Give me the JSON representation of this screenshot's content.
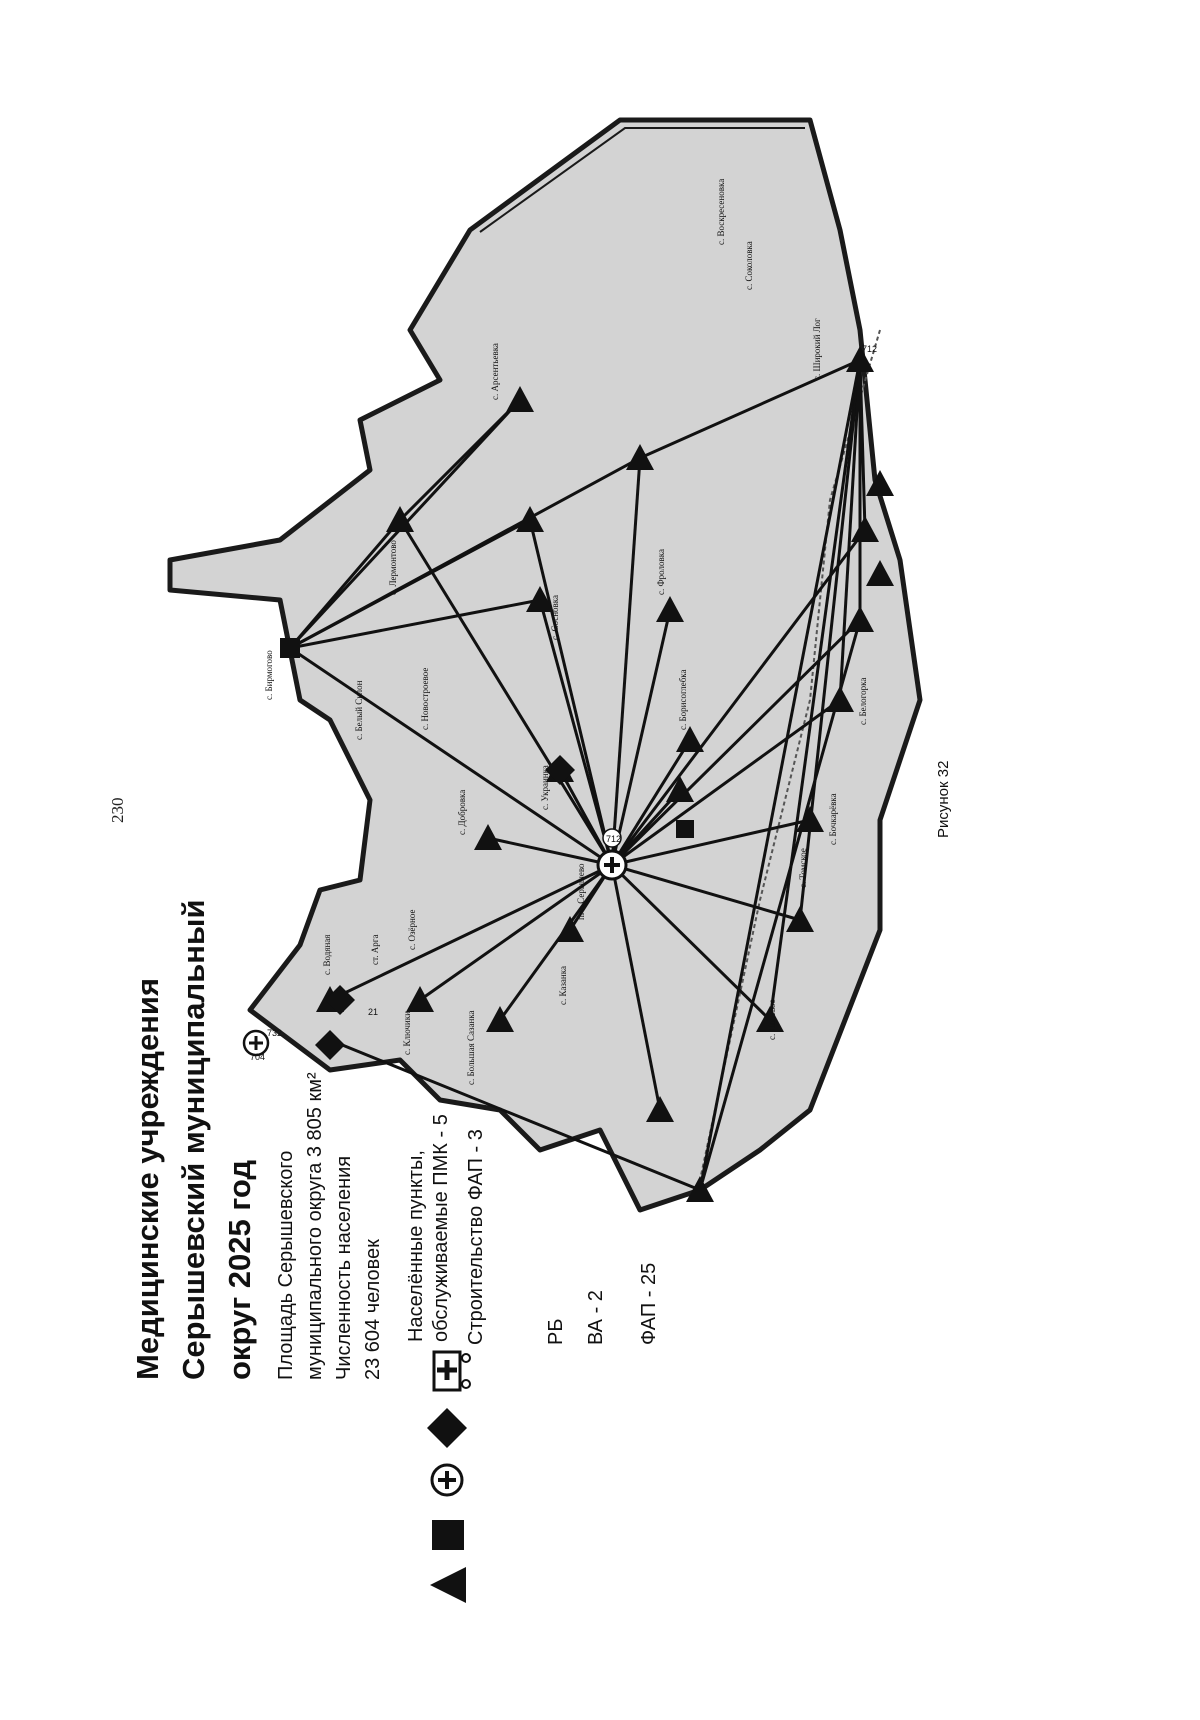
{
  "page_number": "230",
  "title": {
    "line1": "Медицинские учреждения",
    "line2": "Серышевский муниципальный",
    "line3": "округ 2025 год"
  },
  "info": {
    "line1": "Площадь Серышевского",
    "line2": "муниципального округа 3 805 км²",
    "line3": "Численность населения",
    "line4": "23 604 человек"
  },
  "legend": {
    "pmk_line1": "Населённые пункты,",
    "pmk_line2": "обслуживаемые ПМК - 5",
    "construction": "Строительство  ФАП - 3",
    "rb": "РБ",
    "va": "ВА - 2",
    "fap": "ФАП - 25"
  },
  "map": {
    "fill_color": "#d3d3d3",
    "border_color": "#1a1a1a",
    "hub_label": "712",
    "hub2_label": "732",
    "road_labels": [
      "704",
      "712",
      "21"
    ],
    "places": [
      "с. Бирмогово",
      "с. Белый Склон",
      "с. Новостроевое",
      "с. Добровка",
      "с. Озёрное",
      "ст. Арга",
      "с. Водяная",
      "с. Ключики",
      "с. Большая Сазанка",
      "с. Лермонтово",
      "с. Сосновка",
      "с. Фроловка",
      "с. Борисоглебка",
      "с. Белогорка",
      "с. Томское",
      "с. Бочкарёвка",
      "с. Широкий Лог",
      "с. Воскресеновка",
      "с. Соколовка",
      "с. Украинка",
      "пгт. Серышево",
      "с. Казанка",
      "с. Полевое",
      "с. Арсентьевка"
    ]
  },
  "caption": "Рисунок 32"
}
